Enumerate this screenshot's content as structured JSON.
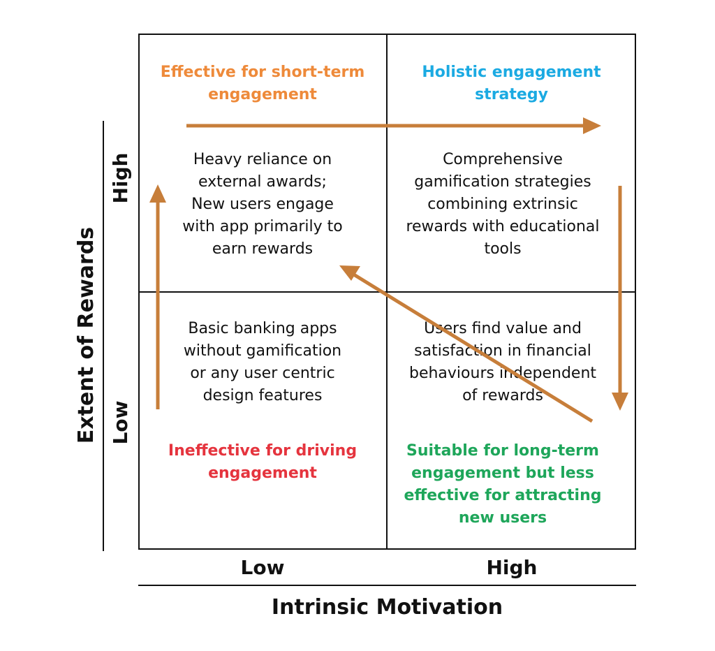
{
  "colors": {
    "arrow": "#C77E3A",
    "orange_heading": "#EE8A3A",
    "blue_heading": "#1BAAE2",
    "red_heading": "#E5343E",
    "green_heading": "#1EA65A",
    "lines": "#111111"
  },
  "axes": {
    "x_title": "Intrinsic Motivation",
    "x_low": "Low",
    "x_high": "High",
    "y_title": "Extent of Rewards",
    "y_low": "Low",
    "y_high": "High"
  },
  "quadrants": {
    "top_left": {
      "heading_lines": [
        "Effective for short-term",
        "engagement"
      ],
      "body_lines": [
        "Heavy reliance on",
        "external awards;",
        "New users engage",
        "with app primarily to",
        "earn rewards"
      ]
    },
    "top_right": {
      "heading_lines": [
        "Holistic engagement",
        "strategy"
      ],
      "body_lines": [
        "Comprehensive",
        "gamification strategies",
        "combining extrinsic",
        "rewards with educational",
        "tools"
      ]
    },
    "bottom_left": {
      "body_lines": [
        "Basic banking apps",
        "without gamification",
        "or any user centric",
        "design features"
      ],
      "heading_lines": [
        "Ineffective for driving",
        "engagement"
      ]
    },
    "bottom_right": {
      "body_lines": [
        "Users find value and",
        "satisfaction in financial",
        "behaviours independent",
        "of rewards"
      ],
      "heading_lines": [
        "Suitable for long-term",
        "engagement but less",
        "effective for attracting",
        "new users"
      ]
    }
  }
}
